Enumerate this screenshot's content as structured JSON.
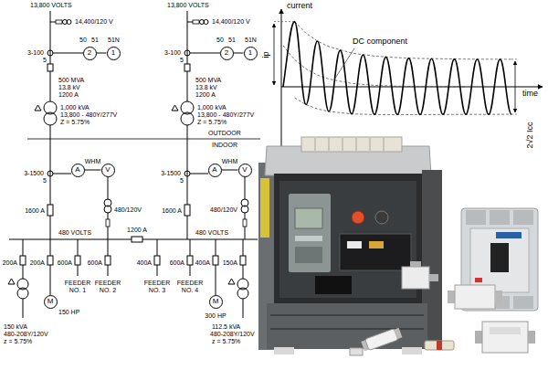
{
  "diagram": {
    "nodes": [
      {
        "text": [
          "2"
        ]
      },
      {
        "text": [
          "1"
        ]
      },
      {
        "text": [
          "A"
        ]
      },
      {
        "text": [
          "V"
        ]
      },
      {
        "text": [
          "M"
        ]
      },
      {
        "text": [
          "2"
        ]
      },
      {
        "text": [
          "1"
        ]
      },
      {
        "text": [
          "A"
        ]
      },
      {
        "text": [
          "V"
        ]
      },
      {
        "text": [
          "M"
        ]
      }
    ],
    "edges": [
      {
        "from": 0,
        "to": 1,
        "arrow": "none"
      },
      {
        "from": 2,
        "to": 3,
        "arrow": "none",
        "label": "WHM"
      },
      {
        "from": 5,
        "to": 6,
        "arrow": "none"
      },
      {
        "from": 7,
        "to": 8,
        "arrow": "none",
        "label": "WHM"
      }
    ],
    "labels": [
      "13,800 VOLTS",
      "14,400/120 V",
      "50",
      "51",
      "51N",
      "3-100",
      "5",
      "500 MVA",
      "13.8 kV",
      "1200 A",
      "1,000 kVA",
      "13,800 - 480Y/277V",
      "Z = 5.75%",
      "3-1500",
      "5",
      "480/120V",
      "1600 A",
      "480 VOLTS",
      "200A",
      "200A",
      "600A",
      "600A",
      "150 HP",
      "FEEDER NO. 1",
      "FEEDER NO. 2",
      "150 kVA",
      "480-208Y/120V",
      "z = 5.75%",
      "OUTDOOR",
      "INDOOR",
      "1200 A",
      "13,800 VOLTS",
      "14,400/120 V",
      "50",
      "51",
      "51N",
      "3-100",
      "5",
      "500 MVA",
      "13.8 kV",
      "1200 A",
      "1,000 kVA",
      "13,800 - 480Y/277V",
      "Z = 5.75%",
      "3-1500",
      "5",
      "480/120V",
      "1600 A",
      "480 VOLTS",
      "400A",
      "600A",
      "400A",
      "150A",
      "FEEDER NO. 3",
      "FEEDER NO. 4",
      "300 HP",
      "112.5 kVA",
      "480-208Y/120V",
      "z = 5.75%",
      "current",
      "time",
      "DC component",
      "ip",
      "2√2 Icc"
    ]
  }
}
